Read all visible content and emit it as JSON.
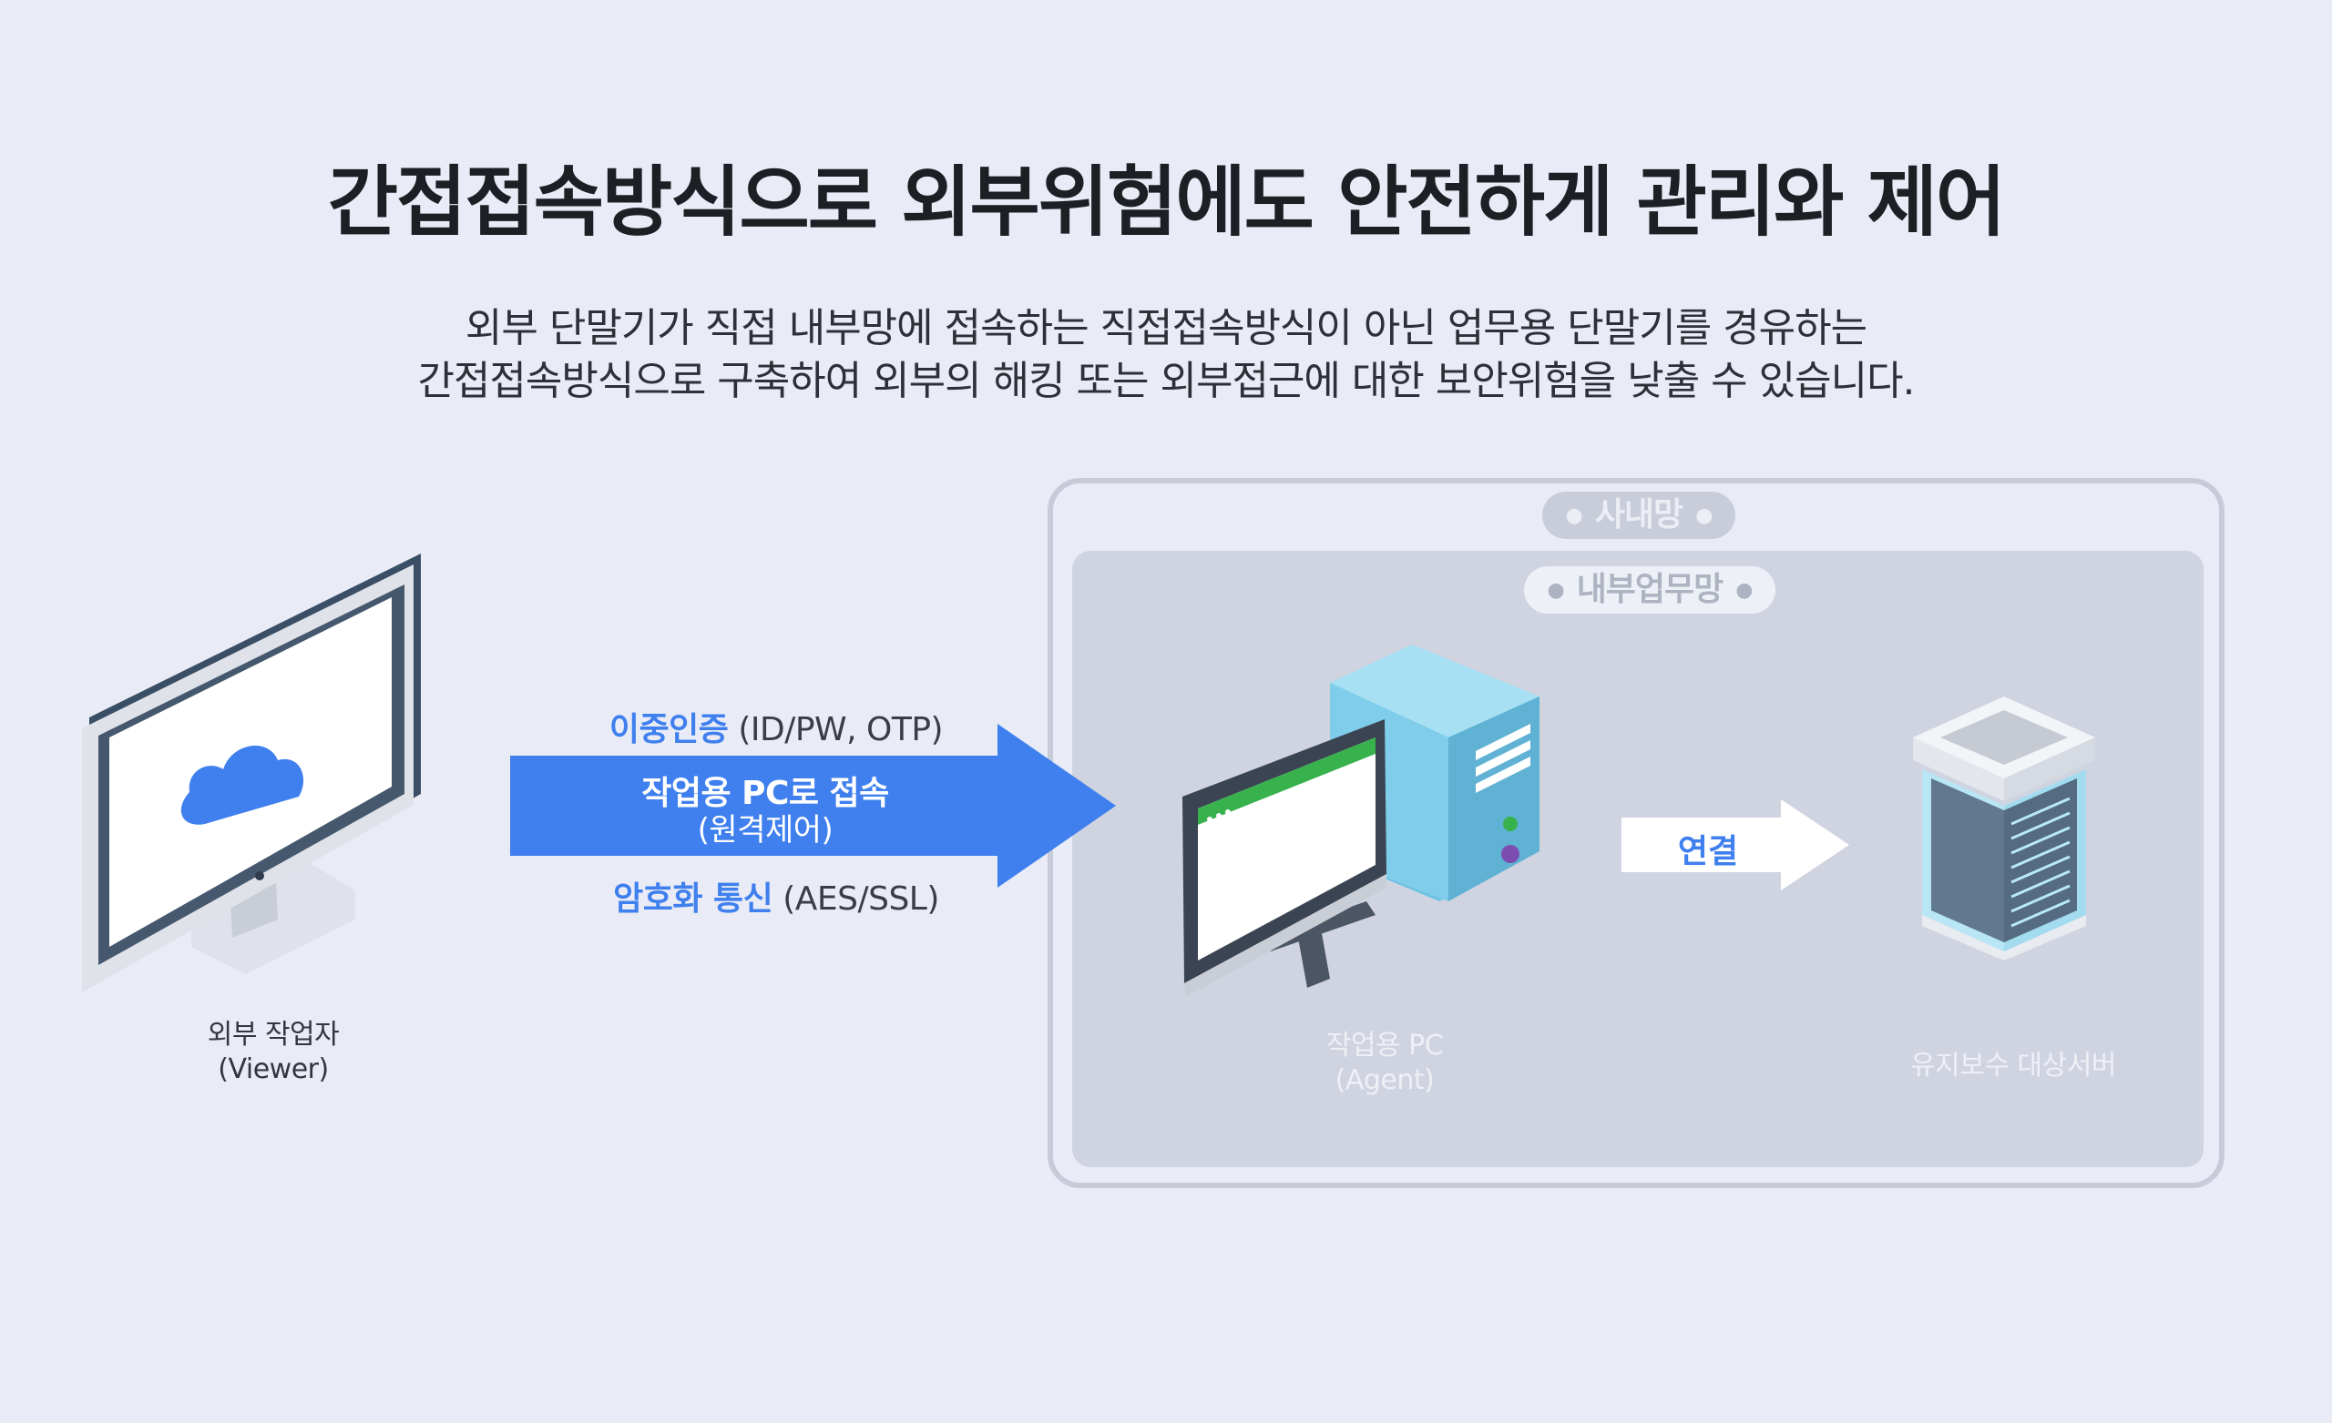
{
  "heading": {
    "title": "간접접속방식으로 외부위험에도 안전하게 관리와 제어",
    "desc_line1": "외부 단말기가 직접 내부망에 접속하는 직접접속방식이 아닌 업무용 단말기를 경유하는",
    "desc_line2": "간접접속방식으로 구축하여 외부의 해킹 또는 외부접근에 대한 보안위험을 낮출 수 있습니다."
  },
  "viewer": {
    "label_line1": "외부 작업자",
    "label_line2": "(Viewer)"
  },
  "connection": {
    "auth_strong": "이중인증",
    "auth_detail": "(ID/PW, OTP)",
    "arrow_line1": "작업용 PC로 접속",
    "arrow_line2": "(원격제어)",
    "crypto_strong": "암호화 통신",
    "crypto_detail": "(AES/SSL)"
  },
  "network": {
    "intranet_label": "사내망",
    "internal_label": "내부업무망",
    "connect_label": "연결"
  },
  "agent": {
    "label_line1": "작업용 PC",
    "label_line2": "(Agent)"
  },
  "server": {
    "label": "유지보수 대상서버"
  },
  "colors": {
    "accent_blue": "#3f80ee",
    "background": "#e9ecf6",
    "network_box": "#d0d4e1",
    "tower": "#7fcdea"
  }
}
